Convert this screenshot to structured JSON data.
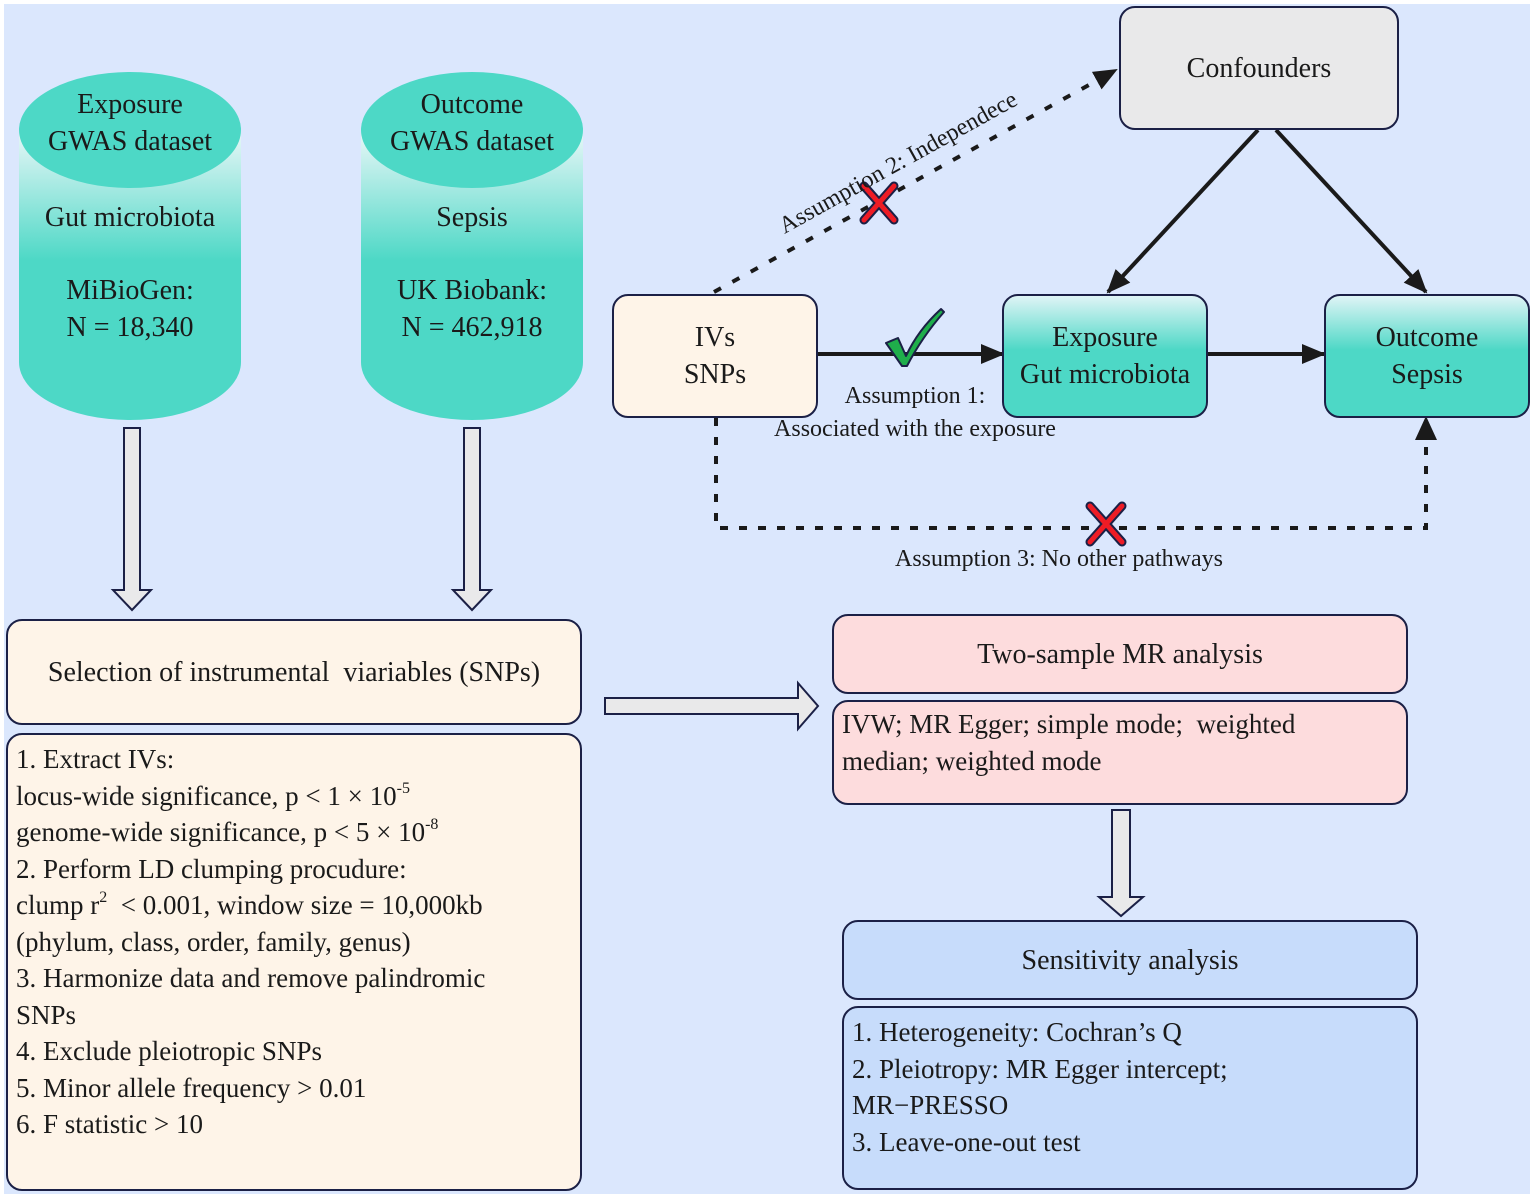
{
  "datasets": {
    "exposure": {
      "title_line1": "Exposure",
      "title_line2": "GWAS dataset",
      "trait": "Gut microbiota",
      "source": "MiBioGen:",
      "sample_size": "N = 18,340"
    },
    "outcome": {
      "title_line1": "Outcome",
      "title_line2": "GWAS dataset",
      "trait": "Sepsis",
      "source": "UK Biobank:",
      "sample_size": "N = 462,918"
    }
  },
  "dag": {
    "confounders": "Confounders",
    "ivs": {
      "line1": "IVs",
      "line2": "SNPs"
    },
    "exposure": {
      "line1": "Exposure",
      "line2": "Gut microbiota"
    },
    "outcome": {
      "line1": "Outcome",
      "line2": "Sepsis"
    },
    "assumption1": {
      "line1": "Assumption 1:",
      "line2": "Associated with the exposure",
      "status": "satisfied"
    },
    "assumption2": {
      "text": "Assumption 2: Independece",
      "status": "violated"
    },
    "assumption3": {
      "text": "Assumption 3: No other pathways",
      "status": "violated"
    }
  },
  "selection": {
    "title": "Selection of instrumental  viariables (SNPs)",
    "steps": {
      "s1": "1. Extract IVs:",
      "s1a_text": "locus-wide significance, p < 1 × 10",
      "s1a_exp": "-5",
      "s1b_text": "genome-wide significance, p < 5 × 10",
      "s1b_exp": "-8",
      "s2": "2. Perform LD clumping procudure:",
      "s2a_pre": "clump r",
      "s2a_exp": "2",
      "s2a_post": "  < 0.001, window size = 10,000kb",
      "s2b": "(phylum, class, order, family, genus)",
      "s3a": "3. Harmonize data and remove palindromic",
      "s3b": "SNPs",
      "s4": "4. Exclude pleiotropic SNPs",
      "s5": "5. Minor allele frequency > 0.01",
      "s6": "6. F statistic > 10"
    }
  },
  "mr_analysis": {
    "title": "Two-sample MR analysis",
    "methods_line1": "IVW; MR Egger; simple mode;  weighted",
    "methods_line2": "median; weighted mode"
  },
  "sensitivity": {
    "title": "Sensitivity analysis",
    "items": [
      "1. Heterogeneity: Cochran’s Q",
      "2. Pleiotropy: MR Egger intercept;",
      "MR−PRESSO",
      "3. Leave-one-out test"
    ]
  },
  "colors": {
    "background": "#dbe7fd",
    "teal": "#4dd8c6",
    "cream": "#fef4e8",
    "pink": "#fddcdd",
    "blue": "#c7dcfb",
    "grey": "#e9e9ea",
    "check_green": "#1fae4b",
    "cross_red": "#ee1c25"
  }
}
